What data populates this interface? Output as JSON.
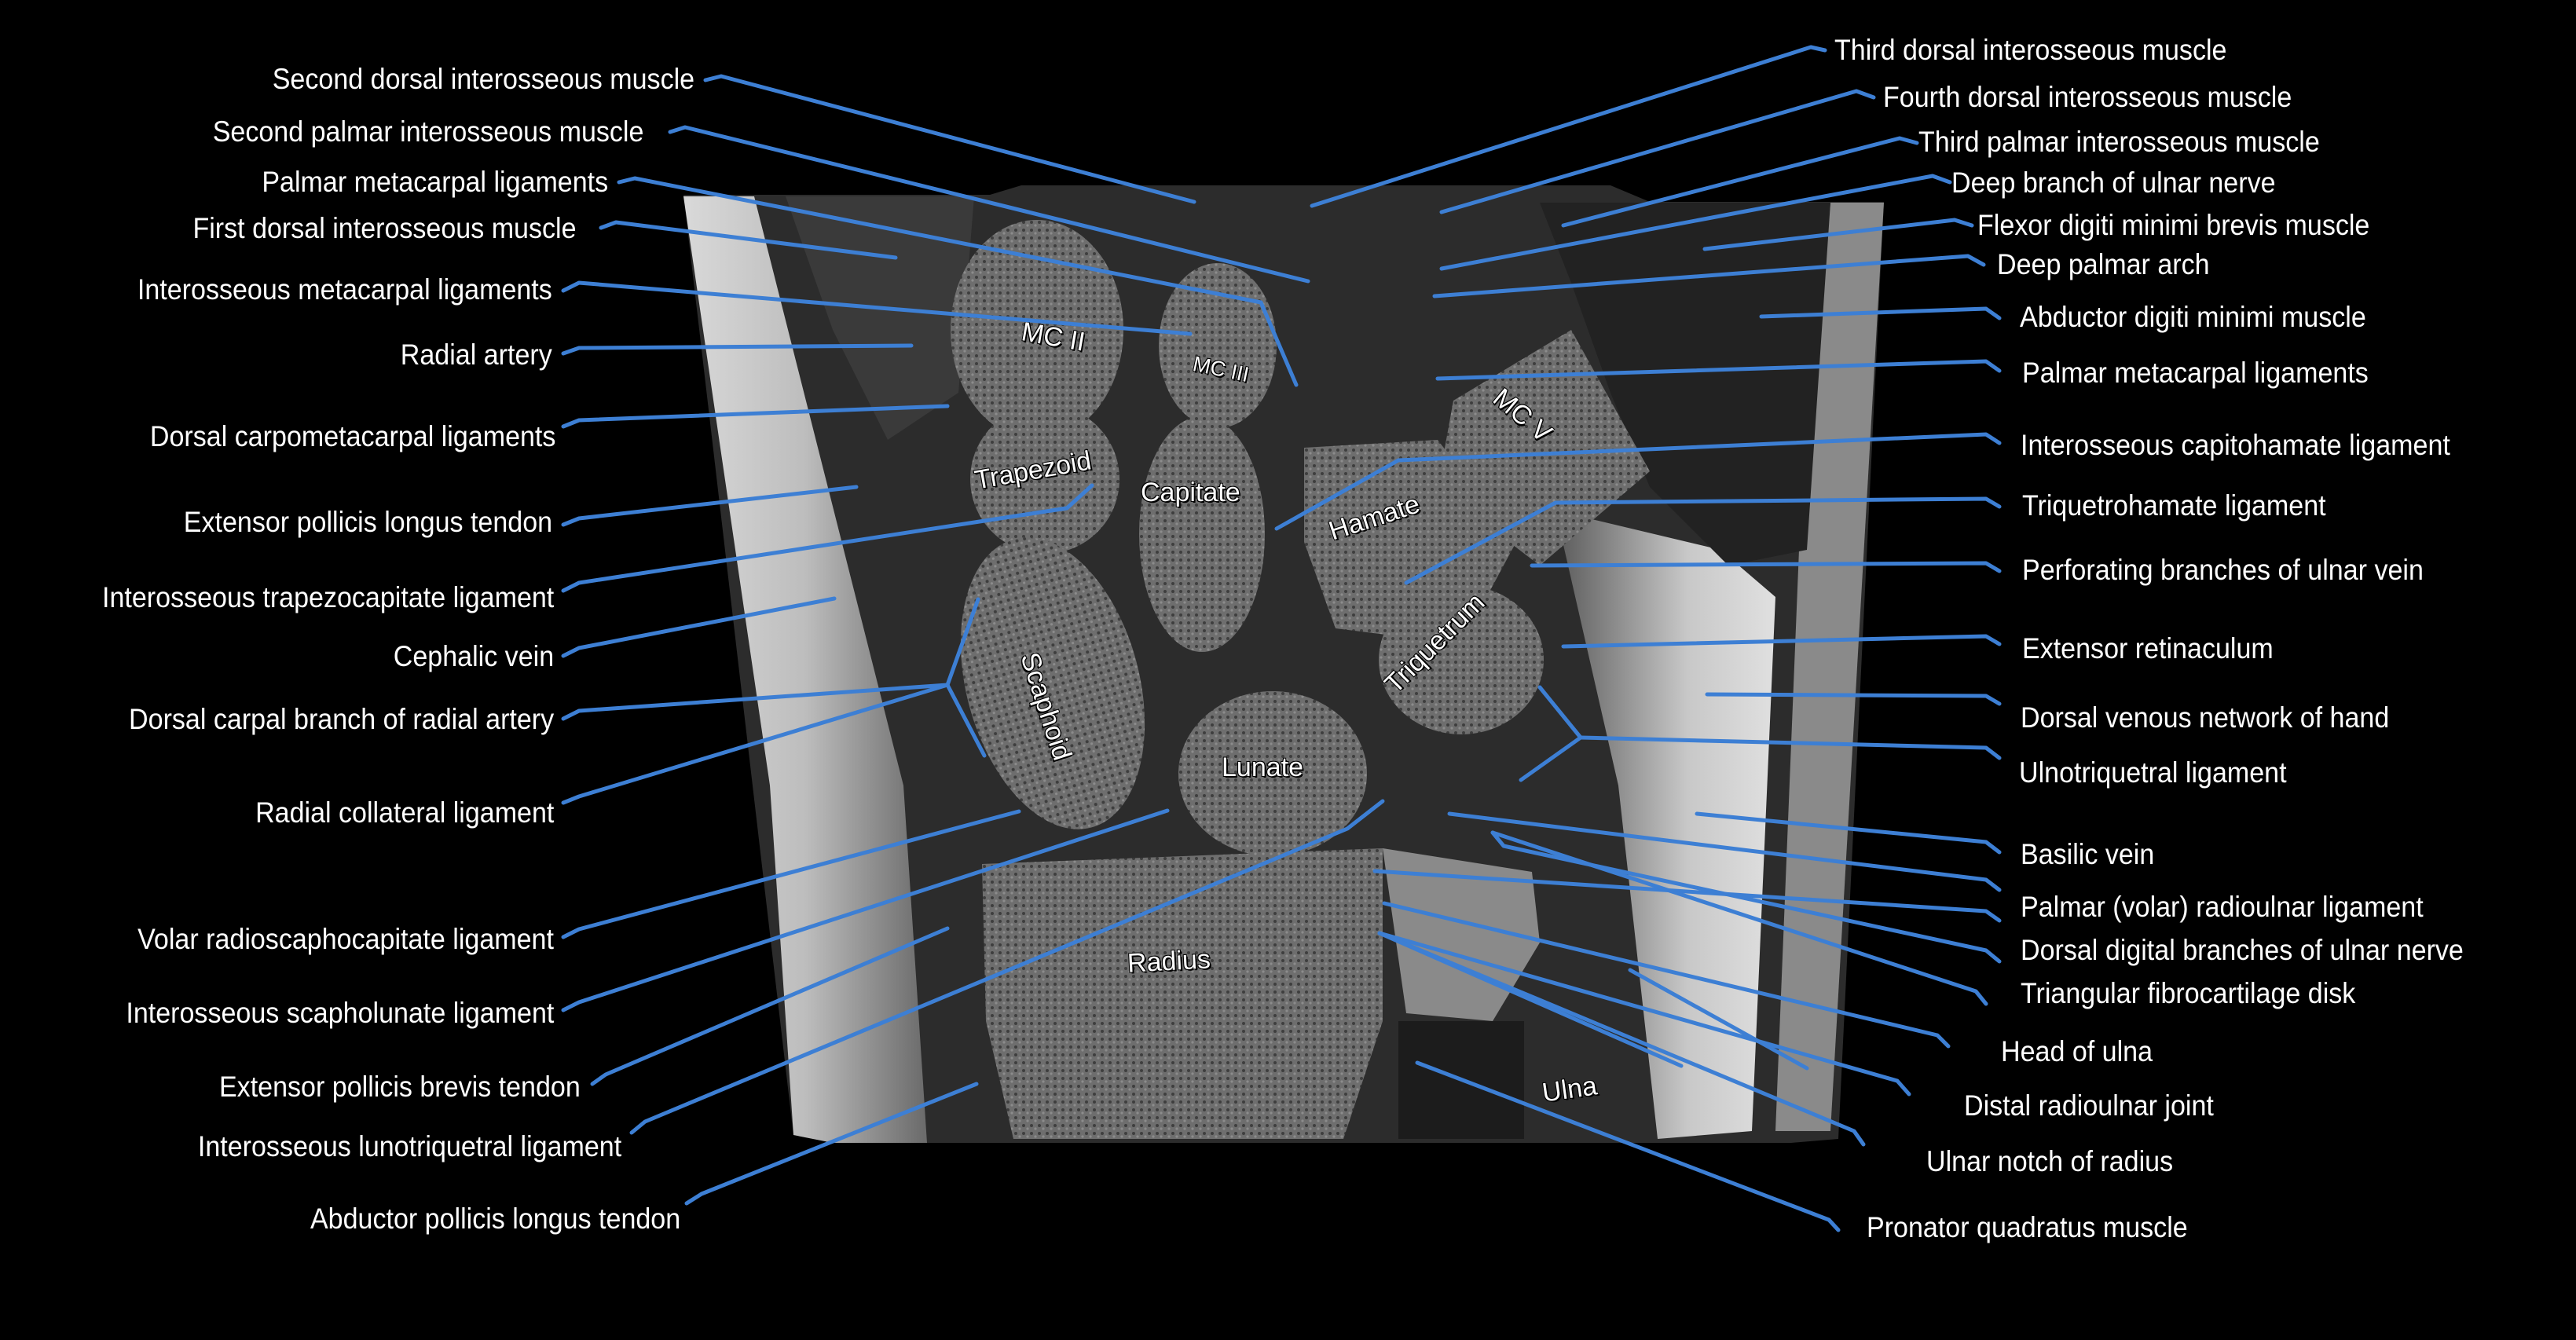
{
  "figure": {
    "description": "Coronal T1 MRI of the wrist with anatomical labels",
    "colors": {
      "background": "#000000",
      "leader_line": "#3d7fd4",
      "label_text": "#ffffff"
    }
  },
  "bones": [
    {
      "id": "mc2",
      "label": "MC II"
    },
    {
      "id": "mc3",
      "label": "MC III"
    },
    {
      "id": "mc5",
      "label": "MC V"
    },
    {
      "id": "trapezoid",
      "label": "Trapezoid"
    },
    {
      "id": "capitate",
      "label": "Capitate"
    },
    {
      "id": "hamate",
      "label": "Hamate"
    },
    {
      "id": "scaphoid",
      "label": "Scaphoid"
    },
    {
      "id": "triquetrum",
      "label": "Triquetrum"
    },
    {
      "id": "lunate",
      "label": "Lunate"
    },
    {
      "id": "radius",
      "label": "Radius"
    },
    {
      "id": "ulna",
      "label": "Ulna"
    }
  ],
  "left_labels": [
    "Second dorsal interosseous muscle",
    "Second palmar interosseous muscle",
    "Palmar metacarpal ligaments",
    "First dorsal interosseous muscle",
    "Interosseous metacarpal ligaments",
    "Radial artery",
    "Dorsal carpometacarpal ligaments",
    "Extensor pollicis longus tendon",
    "Interosseous trapezocapitate ligament",
    "Cephalic vein",
    "Dorsal carpal branch of radial artery",
    "Radial collateral ligament",
    "Volar radioscaphocapitate ligament",
    "Interosseous scapholunate ligament",
    "Extensor pollicis brevis tendon",
    "Interosseous lunotriquetral ligament",
    "Abductor pollicis longus tendon"
  ],
  "right_labels": [
    "Third dorsal interosseous muscle",
    "Fourth dorsal interosseous muscle",
    "Third palmar interosseous muscle",
    "Deep branch of ulnar nerve",
    "Flexor digiti minimi brevis muscle",
    "Deep palmar arch",
    "Abductor digiti minimi muscle",
    "Palmar metacarpal ligaments",
    "Interosseous capitohamate ligament",
    "Triquetrohamate ligament",
    "Perforating branches of ulnar vein",
    "Extensor retinaculum",
    "Dorsal venous network of hand",
    "Ulnotriquetral ligament",
    "Basilic vein",
    "Palmar (volar) radioulnar ligament",
    "Dorsal digital branches of ulnar nerve",
    "Triangular fibrocartilage disk",
    "Head of ulna",
    "Distal radioulnar joint",
    "Ulnar notch of radius",
    "Pronator quadratus muscle"
  ]
}
